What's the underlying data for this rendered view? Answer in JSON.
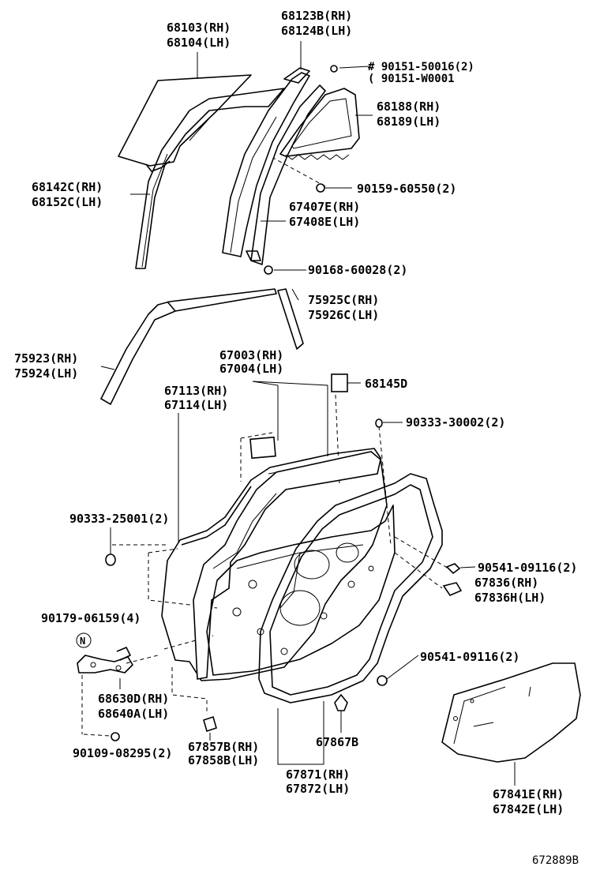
{
  "diagram": {
    "ref_code": "672889B",
    "callouts": [
      {
        "id": "c1",
        "lines": [
          "68103(RH)",
          "68104(LH)"
        ]
      },
      {
        "id": "c2",
        "lines": [
          "68123B(RH)",
          "68124B(LH)"
        ]
      },
      {
        "id": "c3",
        "lines": [
          "# 90151-50016(2)",
          "( 90151-W0001"
        ]
      },
      {
        "id": "c4",
        "lines": [
          "68188(RH)",
          "68189(LH)"
        ]
      },
      {
        "id": "c5",
        "lines": [
          "68142C(RH)",
          "68152C(LH)"
        ]
      },
      {
        "id": "c6",
        "lines": [
          "90159-60550(2)"
        ]
      },
      {
        "id": "c7",
        "lines": [
          "67407E(RH)",
          "67408E(LH)"
        ]
      },
      {
        "id": "c8",
        "lines": [
          "90168-60028(2)"
        ]
      },
      {
        "id": "c9",
        "lines": [
          "75925C(RH)",
          "75926C(LH)"
        ]
      },
      {
        "id": "c10",
        "lines": [
          "75923(RH)",
          "75924(LH)"
        ]
      },
      {
        "id": "c11",
        "lines": [
          "67003(RH)",
          "67004(LH)"
        ]
      },
      {
        "id": "c12",
        "lines": [
          "67113(RH)",
          "67114(LH)"
        ]
      },
      {
        "id": "c13",
        "lines": [
          "68145D"
        ]
      },
      {
        "id": "c14",
        "lines": [
          "90333-30002(2)"
        ]
      },
      {
        "id": "c15",
        "lines": [
          "90333-25001(2)"
        ]
      },
      {
        "id": "c16",
        "lines": [
          "90541-09116(2)"
        ]
      },
      {
        "id": "c17",
        "lines": [
          "67836(RH)",
          "67836H(LH)"
        ]
      },
      {
        "id": "c18",
        "lines": [
          "90179-06159(4)"
        ]
      },
      {
        "id": "c19",
        "lines": [
          "N"
        ]
      },
      {
        "id": "c20",
        "lines": [
          "90541-09116(2)"
        ]
      },
      {
        "id": "c21",
        "lines": [
          "68630D(RH)",
          "68640A(LH)"
        ]
      },
      {
        "id": "c22",
        "lines": [
          "67867B"
        ]
      },
      {
        "id": "c23",
        "lines": [
          "90109-08295(2)"
        ]
      },
      {
        "id": "c24",
        "lines": [
          "67857B(RH)",
          "67858B(LH)"
        ]
      },
      {
        "id": "c25",
        "lines": [
          "67871(RH)",
          "67872(LH)"
        ]
      },
      {
        "id": "c26",
        "lines": [
          "67841E(RH)",
          "67842E(LH)"
        ]
      }
    ]
  }
}
